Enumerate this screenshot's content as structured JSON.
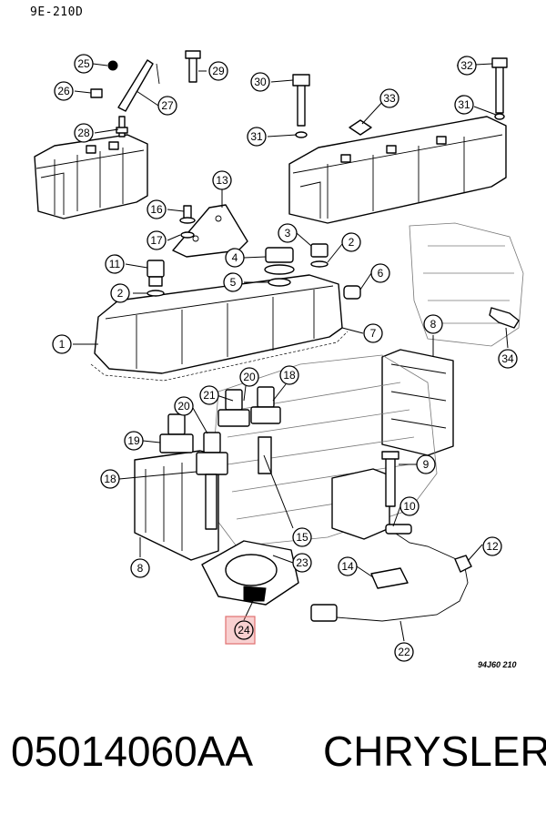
{
  "diagram": {
    "header_code": "9E-210D",
    "reference_code": "94J60 210",
    "highlighted_callout": "24",
    "callouts": [
      "25",
      "29",
      "26",
      "27",
      "28",
      "30",
      "32",
      "33",
      "31",
      "31",
      "13",
      "16",
      "17",
      "3",
      "2",
      "11",
      "4",
      "6",
      "5",
      "2",
      "1",
      "7",
      "8",
      "34",
      "20",
      "21",
      "18",
      "20",
      "19",
      "9",
      "18",
      "10",
      "15",
      "12",
      "8",
      "23",
      "14",
      "24",
      "22"
    ]
  },
  "footer": {
    "part_number": "05014060AA",
    "brand": "CHRYSLER"
  }
}
